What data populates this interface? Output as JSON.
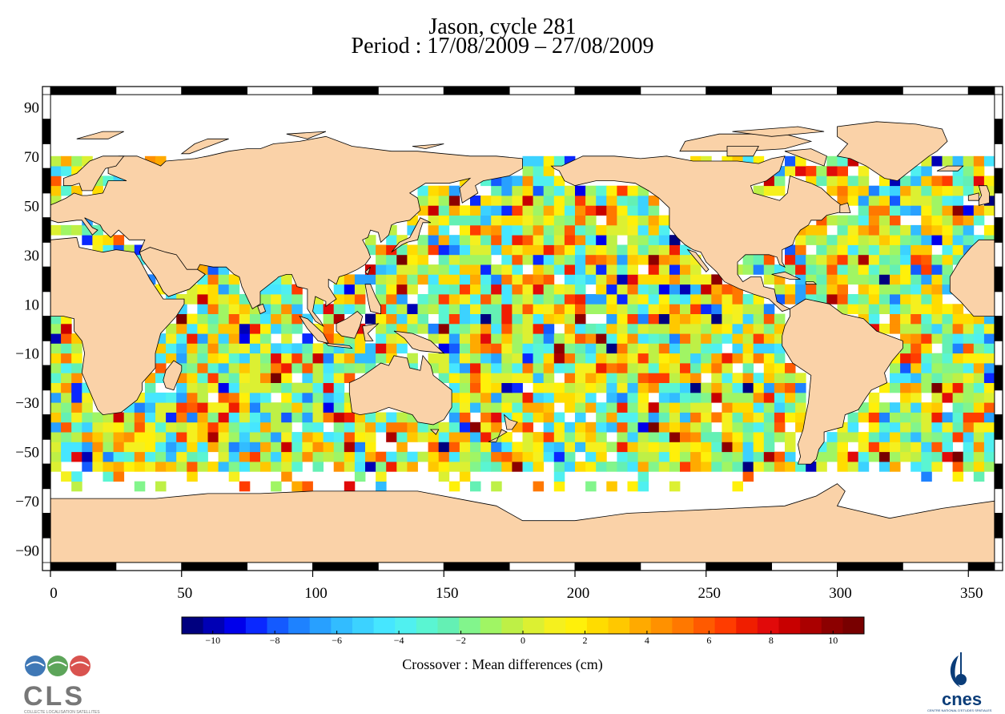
{
  "title": "Jason, cycle 281",
  "subtitle": "Period : 17/08/2009 – 27/08/2009",
  "colorbar": {
    "label": "Crossover : Mean differences (cm)",
    "range": [
      -11,
      11
    ],
    "ticks": [
      -10,
      -8,
      -6,
      -4,
      -2,
      0,
      2,
      4,
      6,
      8,
      10
    ],
    "tick_labels": [
      "−10",
      "−8",
      "−6",
      "−4",
      "−2",
      "0",
      "2",
      "4",
      "6",
      "8",
      "10"
    ]
  },
  "axes": {
    "x_range": [
      0,
      360
    ],
    "y_range": [
      -95,
      95
    ],
    "x_ticks": [
      0,
      50,
      100,
      150,
      200,
      250,
      300,
      350
    ],
    "x_tick_labels": [
      "0",
      "50",
      "100",
      "150",
      "200",
      "250",
      "300",
      "350"
    ],
    "y_ticks": [
      90,
      70,
      50,
      30,
      10,
      -10,
      -30,
      -50,
      -70,
      -90
    ],
    "y_tick_labels": [
      "90",
      "70",
      "50",
      "30",
      "10",
      "−10",
      "−30",
      "−50",
      "−70",
      "−90"
    ]
  },
  "map": {
    "land_color": "#fad2a8",
    "ocean_color": "#ffffff",
    "grid_cell_deg": 4
  },
  "logos": {
    "left_text": "CLS",
    "left_caption": "COLLECTE LOCALISATION SATELLITES",
    "right_text": "cnes",
    "right_caption": "CENTRE NATIONAL D'ETUDES SPATIALES"
  }
}
